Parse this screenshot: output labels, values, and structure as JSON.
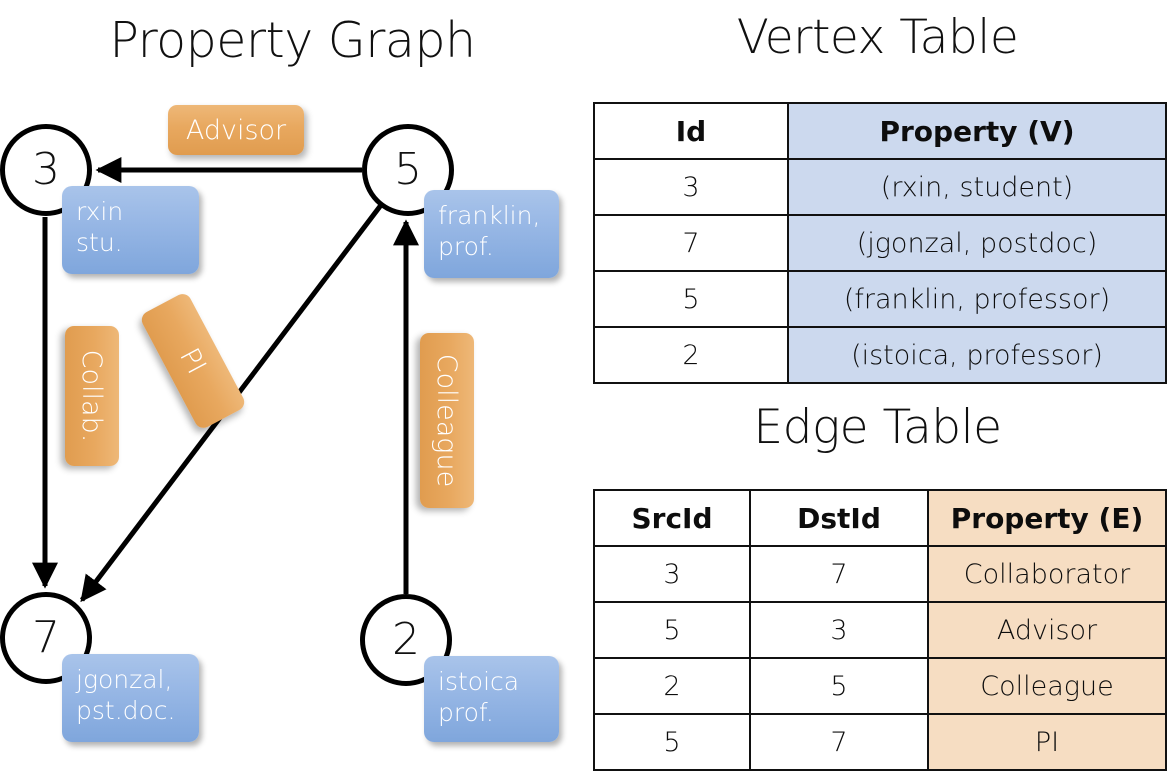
{
  "titles": {
    "graph": "Property Graph",
    "vertex_table": "Vertex Table",
    "edge_table": "Edge Table"
  },
  "colors": {
    "vertex_property_fill": "#ccd9ee",
    "edge_property_fill": "#f6ddc2",
    "node_property_box": "#9ab9e6",
    "edge_label_box": "#e8a85f",
    "stroke": "#000000"
  },
  "graph": {
    "nodes": [
      {
        "id": "3",
        "label": "3",
        "property_text": "rxin\nstu."
      },
      {
        "id": "5",
        "label": "5",
        "property_text": "franklin,\nprof."
      },
      {
        "id": "7",
        "label": "7",
        "property_text": "jgonzal,\npst.doc."
      },
      {
        "id": "2",
        "label": "2",
        "property_text": "istoica\nprof."
      }
    ],
    "edge_labels": [
      {
        "id": "advisor",
        "text": "Advisor"
      },
      {
        "id": "collab",
        "text": "Collab."
      },
      {
        "id": "pi",
        "text": "PI"
      },
      {
        "id": "colleague",
        "text": "Colleague"
      }
    ],
    "edges": [
      {
        "src": "5",
        "dst": "3",
        "label": "Advisor"
      },
      {
        "src": "3",
        "dst": "7",
        "label": "Collab."
      },
      {
        "src": "5",
        "dst": "7",
        "label": "PI"
      },
      {
        "src": "2",
        "dst": "5",
        "label": "Colleague"
      }
    ]
  },
  "vertex_table": {
    "headers": [
      "Id",
      "Property (V)"
    ],
    "rows": [
      {
        "id": "3",
        "property": "(rxin, student)"
      },
      {
        "id": "7",
        "property": "(jgonzal, postdoc)"
      },
      {
        "id": "5",
        "property": "(franklin, professor)"
      },
      {
        "id": "2",
        "property": "(istoica, professor)"
      }
    ]
  },
  "edge_table": {
    "headers": [
      "SrcId",
      "DstId",
      "Property (E)"
    ],
    "rows": [
      {
        "src": "3",
        "dst": "7",
        "property": "Collaborator"
      },
      {
        "src": "5",
        "dst": "3",
        "property": "Advisor"
      },
      {
        "src": "2",
        "dst": "5",
        "property": "Colleague"
      },
      {
        "src": "5",
        "dst": "7",
        "property": "PI"
      }
    ]
  }
}
